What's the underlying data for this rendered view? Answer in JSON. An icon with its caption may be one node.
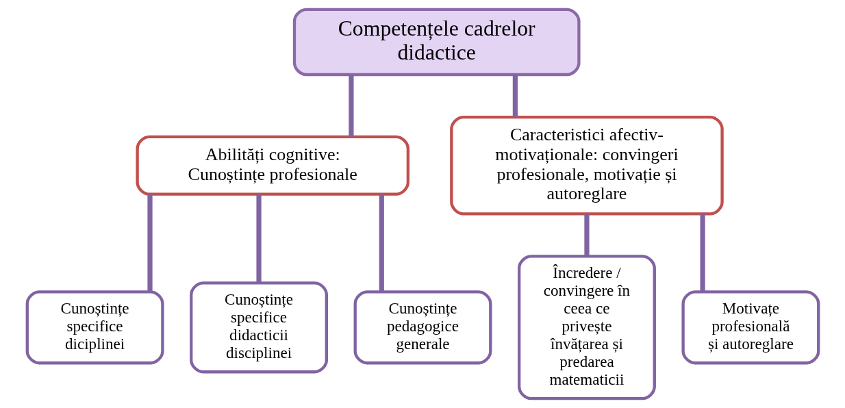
{
  "diagram": {
    "nodes": [
      {
        "text": [
          "Competențele cadrelor didactice"
        ]
      },
      {
        "text": [
          "Abilități cognitive: Cunoștințe profesionale"
        ]
      },
      {
        "text": [
          "Caracteristici afectiv-motivaționale: convingeri profesionale, motivație și autoreglare"
        ]
      },
      {
        "text": [
          "Cunoștințe specifice diciplinei"
        ]
      },
      {
        "text": [
          "Cunoștințe specifice didacticii disciplinei"
        ]
      },
      {
        "text": [
          "Cunoștințe pedagogice generale"
        ]
      },
      {
        "text": [
          "Încredere / convingere în ceea ce privește învățarea și predarea matematicii"
        ]
      },
      {
        "text": [
          "Motivațe profesională și autoreglare"
        ]
      }
    ],
    "edges": [
      {
        "from": 0,
        "to": 1,
        "arrow": "none"
      },
      {
        "from": 0,
        "to": 2,
        "arrow": "none"
      },
      {
        "from": 1,
        "to": 3,
        "arrow": "none"
      },
      {
        "from": 1,
        "to": 4,
        "arrow": "none"
      },
      {
        "from": 1,
        "to": 5,
        "arrow": "none"
      },
      {
        "from": 2,
        "to": 6,
        "arrow": "none"
      },
      {
        "from": 2,
        "to": 7,
        "arrow": "none"
      }
    ]
  }
}
